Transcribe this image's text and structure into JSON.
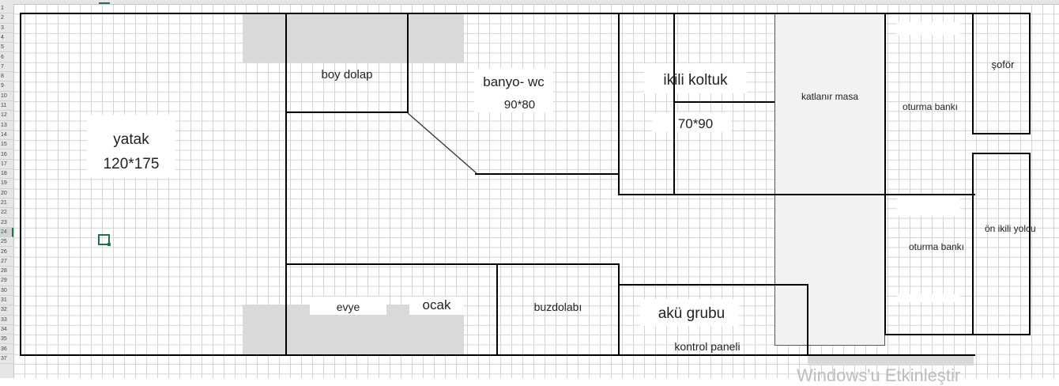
{
  "spreadsheet": {
    "selected_cell": "I24",
    "row_headers": [
      "1",
      "2",
      "3",
      "4",
      "5",
      "6",
      "7",
      "8",
      "9",
      "10",
      "11",
      "12",
      "13",
      "14",
      "15",
      "16",
      "17",
      "18",
      "19",
      "20",
      "21",
      "22",
      "23",
      "24",
      "25",
      "26",
      "27",
      "28",
      "29",
      "30",
      "31",
      "32",
      "33",
      "34",
      "35",
      "36",
      "37"
    ],
    "active_row": "24"
  },
  "floor_plan": {
    "rooms": {
      "bed": {
        "label": "yatak",
        "size": "120*175"
      },
      "wardrobe": {
        "label": "boy dolap"
      },
      "bathroom": {
        "label": "banyo- wc",
        "size": "90*80"
      },
      "sofa": {
        "label": "ikili koltuk",
        "size": "70*90"
      },
      "folding_table": {
        "label": "katlanır masa"
      },
      "bench_top": {
        "label": "oturma bankı"
      },
      "bench_bottom": {
        "label": "oturma bankı"
      },
      "driver": {
        "label": "şoför"
      },
      "front_passengers": {
        "label": "ön ikili yolcu"
      },
      "sink": {
        "label": "evye"
      },
      "stove": {
        "label": "ocak"
      },
      "fridge": {
        "label": "buzdolabı"
      },
      "battery": {
        "label": "akü grubu"
      },
      "control_panel": {
        "label": "kontrol paneli"
      }
    },
    "colors": {
      "border": "#000000",
      "shade": "#d9d9d9",
      "table_fill": "#f2f2f2",
      "grid": "#d4d4d4",
      "selection": "#217346"
    }
  },
  "watermark": {
    "text": "Windows'u Etkinleştir"
  }
}
